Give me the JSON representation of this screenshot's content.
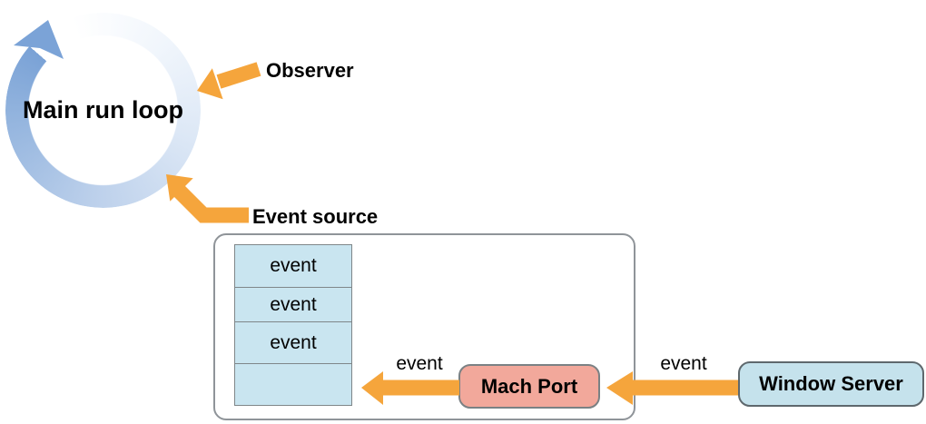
{
  "run_loop": {
    "label": "Main run loop"
  },
  "annotations": {
    "observer": "Observer",
    "event_source": "Event source"
  },
  "event_queue": {
    "rows": [
      {
        "label": "event"
      },
      {
        "label": "event"
      },
      {
        "label": "event"
      },
      {
        "label": ""
      }
    ]
  },
  "nodes": {
    "mach_port": "Mach Port",
    "window_server": "Window Server"
  },
  "arrow_labels": {
    "machport_to_queue": "event",
    "windowserver_to_machport": "event"
  },
  "colors": {
    "arrow_orange": "#F5A53C",
    "ring_blue_dark": "#7AA2D6",
    "ring_blue_light": "#FFFFFF",
    "queue_box_fill": "#C9E5F0",
    "mach_port_fill": "#F2A89B",
    "window_server_fill": "#C5E2EC",
    "container_border": "#8F9499",
    "node_border_dark": "#5E686D"
  }
}
